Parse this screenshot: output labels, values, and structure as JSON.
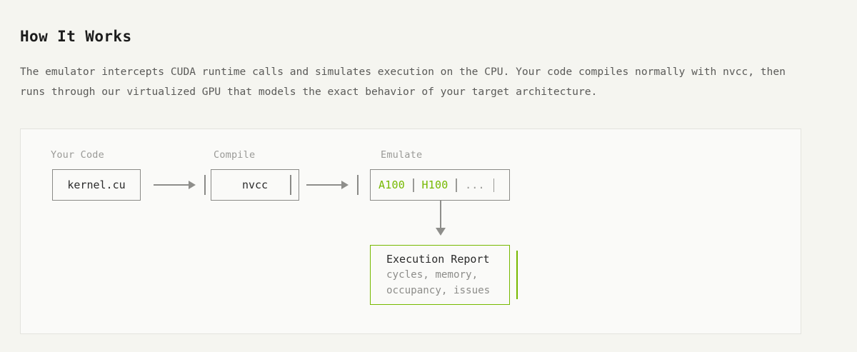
{
  "section": {
    "heading": "How It Works",
    "paragraph": "The emulator intercepts CUDA runtime calls and simulates execution on the CPU. Your code compiles normally with nvcc, then runs through our virtualized GPU that models the exact behavior of your target architecture."
  },
  "colors": {
    "page_background": "#f5f5f0",
    "panel_background": "#fafaf8",
    "panel_border": "#e3e3de",
    "accent_green": "#76b900",
    "text_primary": "#2b2b2b",
    "text_muted": "#8d8d8a",
    "node_border": "#8a8a87",
    "arrow": "#8e8e8b"
  },
  "diagram": {
    "stages": [
      {
        "label": "Your Code"
      },
      {
        "label": "Compile"
      },
      {
        "label": "Emulate"
      }
    ],
    "nodes": {
      "source": {
        "text": "kernel.cu"
      },
      "compiler": {
        "text": "nvcc",
        "bracket": "|"
      },
      "emulator": {
        "bracket": "|",
        "targets": [
          {
            "text": "A100",
            "style": "green"
          },
          {
            "text": "H100",
            "style": "green"
          },
          {
            "text": "...",
            "style": "muted"
          }
        ],
        "separator": "|"
      },
      "report": {
        "title": "Execution Report",
        "lines": [
          "cycles, memory,",
          "occupancy, issues"
        ],
        "bracket": "|"
      }
    }
  }
}
